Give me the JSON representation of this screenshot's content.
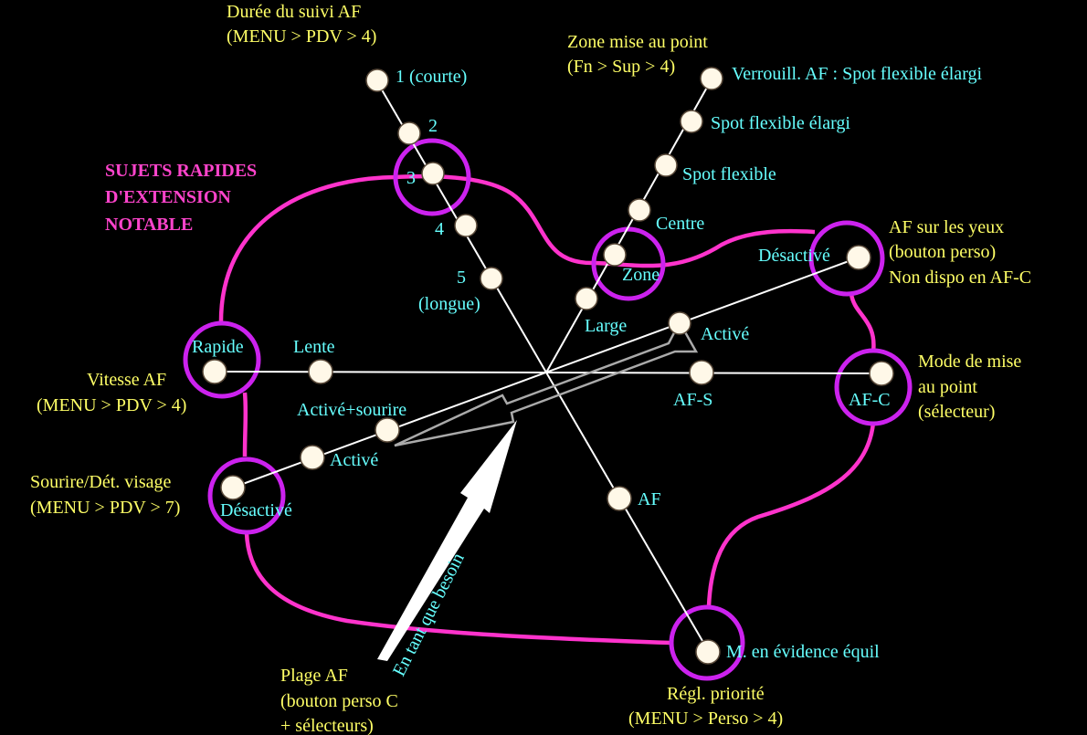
{
  "groups": {
    "fast_subjects": {
      "lines": [
        "SUJETS RAPIDES",
        "D'EXTENSION",
        "NOTABLE"
      ],
      "color": "#ff44cc"
    }
  },
  "axes": {
    "af_tracking_duration": {
      "title": [
        "Durée du suivi AF",
        "(MENU > PDV > 4)"
      ],
      "options": [
        "1 (courte)",
        "2",
        "3",
        "4",
        "5",
        "(longue)"
      ],
      "selected": "3"
    },
    "focus_area": {
      "title": [
        "Zone mise au point",
        "(Fn > Sup > 4)"
      ],
      "options": [
        "Verrouill. AF : Spot flexible élargi",
        "Spot flexible élargi",
        "Spot flexible",
        "Centre",
        "Zone",
        "Large"
      ],
      "selected": "Zone"
    },
    "eye_af": {
      "title": [
        "AF sur les yeux",
        "(bouton perso)",
        "Non dispo en AF-C"
      ],
      "options": [
        "Désactivé",
        "Activé"
      ],
      "selected": "Désactivé"
    },
    "focus_mode": {
      "title": [
        "Mode de mise",
        "au point",
        "(sélecteur)"
      ],
      "options": [
        "AF-C",
        "AF-S"
      ],
      "selected": "AF-C"
    },
    "priority_setting": {
      "title": [
        "Régl. priorité",
        "(MENU > Perso > 4)"
      ],
      "options": [
        "M. en évidence équil",
        "AF"
      ],
      "selected": "M. en évidence équil"
    },
    "af_range": {
      "title": [
        "Plage AF",
        "(bouton perso C",
        "+ sélecteurs)"
      ],
      "arrow_label": "En tant que besoin"
    },
    "smile_face_detection": {
      "title": [
        "Sourire/Dét. visage",
        "(MENU > PDV > 7)"
      ],
      "options": [
        "Désactivé",
        "Activé",
        "Activé+sourire"
      ],
      "selected": "Désactivé"
    },
    "af_speed": {
      "title": [
        "Vitesse AF",
        "(MENU > PDV > 4)"
      ],
      "options": [
        "Rapide",
        "Lente"
      ],
      "selected": "Rapide"
    }
  },
  "colors": {
    "background": "#000000",
    "axis_title": "#ffff66",
    "option_label": "#66ffff",
    "selection_ring": "#cc22ee",
    "zone_outline": "#ff33cc",
    "node_fill": "#fff8e8"
  }
}
